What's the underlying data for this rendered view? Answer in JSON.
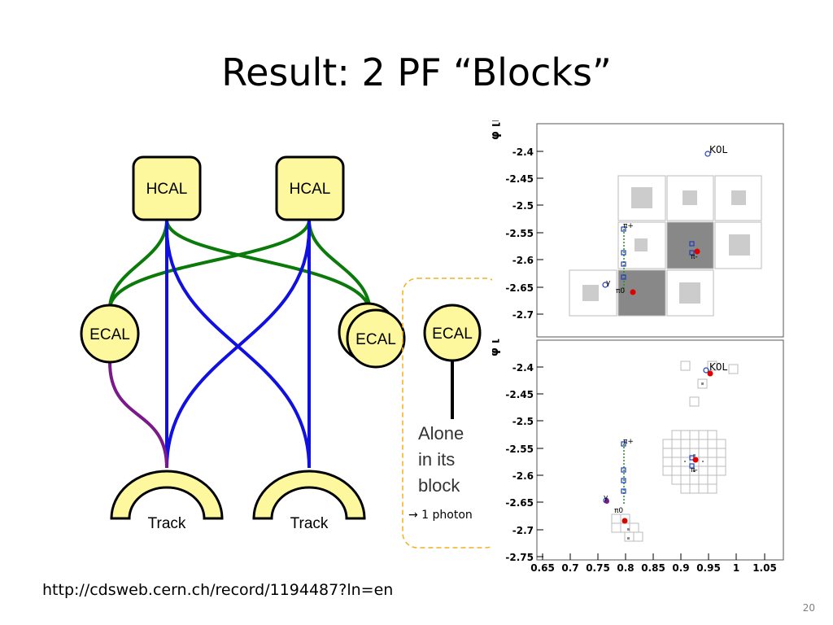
{
  "slide": {
    "title": "Result: 2 PF “Blocks”",
    "url": "http://cdsweb.cern.ch/record/1194487?ln=en",
    "page_number": "20"
  },
  "diagram": {
    "hcal_label": "HCAL",
    "ecal_label": "ECAL",
    "track_label": "Track",
    "alone_lines": [
      "Alone",
      "in its",
      "block"
    ],
    "photon_note": "→ 1 photon",
    "colors": {
      "node_fill": "#fdf79d",
      "green_link": "#0a7a0a",
      "blue_link": "#1010e0",
      "purple_link": "#7a1a8a",
      "dashed_box": "#f0b020"
    }
  },
  "plot_top": {
    "ylabel": "φ [rad]",
    "yticks": [
      "-2.4",
      "-2.45",
      "-2.5",
      "-2.55",
      "-2.6",
      "-2.65",
      "-2.7"
    ],
    "labels": {
      "k0l": "K0L",
      "pi_plus": "π+",
      "pi_minus": "π-",
      "pi_zero": "π0",
      "gamma": "γ"
    }
  },
  "plot_bottom": {
    "ylabel": "φ [rad]",
    "yticks": [
      "-2.4",
      "-2.45",
      "-2.5",
      "-2.55",
      "-2.6",
      "-2.65",
      "-2.7",
      "-2.75"
    ],
    "xticks": [
      "0.65",
      "0.7",
      "0.75",
      "0.8",
      "0.85",
      "0.9",
      "0.95",
      "1",
      "1.05"
    ],
    "labels": {
      "k0l": "K0L",
      "pi_plus": "π+",
      "pi_minus": "π-",
      "pi_zero": "π0",
      "gamma": "γ"
    }
  }
}
